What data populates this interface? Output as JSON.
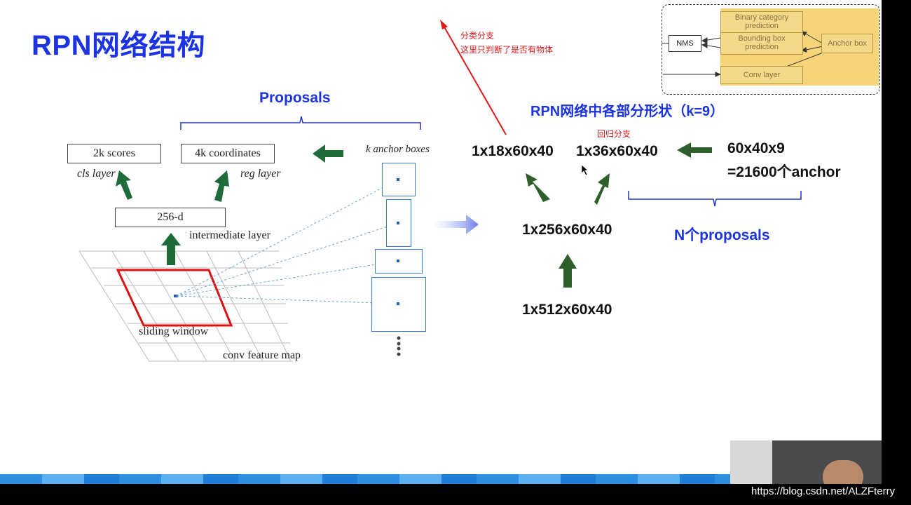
{
  "title": "RPN网络结构",
  "left_diagram": {
    "proposals_label": "Proposals",
    "scores_box": "2k scores",
    "coords_box": "4k coordinates",
    "cls_label": "cls layer",
    "reg_label": "reg layer",
    "intermediate_box": "256-d",
    "intermediate_label": "intermediate layer",
    "anchor_label": "k anchor boxes",
    "sliding_window_label": "sliding window",
    "feature_map_label": "conv feature map"
  },
  "right_diagram": {
    "heading": "RPN网络中各部分形状（k=9）",
    "cls_shape": "1x18x60x40",
    "reg_shape": "1x36x60x40",
    "anchor_count_line1": "60x40x9",
    "anchor_count_line2": "=21600个anchor",
    "mid_shape": "1x256x60x40",
    "input_shape": "1x512x60x40",
    "n_proposals": "N个proposals"
  },
  "annotations": {
    "cls_branch_line1": "分类分支",
    "cls_branch_line2": "这里只判断了是否有物体",
    "reg_branch": "回归分支"
  },
  "inset": {
    "nms": "NMS",
    "binary_prediction": "Binary category prediction",
    "bbox_prediction": "Bounding box prediction",
    "anchor_box": "Anchor box",
    "conv_layer": "Conv layer"
  },
  "watermark": "https://blog.csdn.net/ALZFterry",
  "colors": {
    "title_blue": "#1b33e0",
    "arrow_green": "#1f6b3a",
    "annotation_red": "#e01818",
    "inset_fill": "#f5d98a"
  }
}
